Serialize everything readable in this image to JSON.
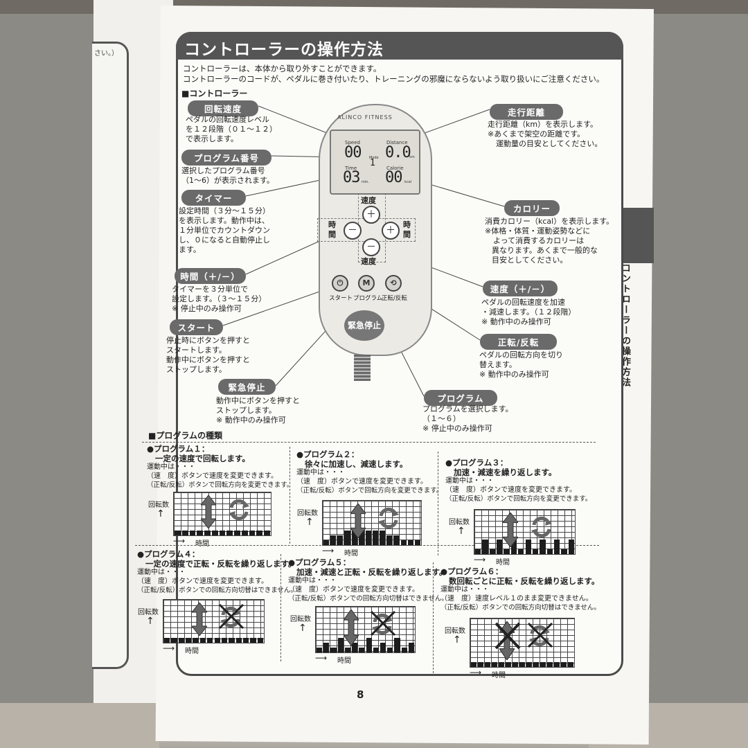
{
  "prev_page_text": "さい。）",
  "title": "コントローラーの操作方法",
  "intro": [
    "コントローラーは、本体から取り外すことができます。",
    "コントローラーのコードが、ペダルに巻き付いたり、トレーニングの邪魔にならないよう取り扱いにご注意ください。"
  ],
  "section_controller": "■コントローラー",
  "side_tab": "コントローラーの操作方法",
  "remote": {
    "brand": "ALINCO FITNESS",
    "lcd": {
      "speed_label": "Speed",
      "speed_value": "00",
      "distance_label": "Distance",
      "distance_value": "0.0",
      "distance_unit": "km",
      "mode_label": "Mode",
      "mode_value": "1",
      "time_label": "Time",
      "time_value": "03",
      "time_unit": "min.",
      "calorie_label": "Calorie",
      "calorie_value": "00",
      "calorie_unit": "kcal"
    },
    "speed_key": "速度",
    "time_key": "時間",
    "start_label": "スタート",
    "program_label": "プログラム",
    "reverse_label": "正転/反転",
    "program_glyph": "M",
    "emergency": "緊急停止"
  },
  "labels": {
    "rpm": {
      "title": "回転速度",
      "desc": [
        "ペダルの回転速度レベル",
        "を１２段階（０１～１２）",
        "で表示します。"
      ]
    },
    "program_no": {
      "title": "プログラム番号",
      "desc": [
        "選択したプログラム番号",
        "（1～6）が表示されます。"
      ]
    },
    "timer": {
      "title": "タイマー",
      "desc": [
        "設定時間（３分～１５分）",
        "を表示します。動作中は、",
        "１分単位でカウントダウン",
        "し、０になると自動停止し",
        "ます。"
      ]
    },
    "time_pm": {
      "title": "時間（＋/－）",
      "desc": [
        "タイマーを３分単位で",
        "設定します。（３～１５分）",
        "※ 停止中のみ操作可"
      ]
    },
    "start": {
      "title": "スタート",
      "desc": [
        "停止時にボタンを押すと",
        "スタートします。",
        "動作中にボタンを押すと",
        "ストップします。"
      ]
    },
    "emergency": {
      "title": "緊急停止",
      "desc": [
        "動作中にボタンを押すと",
        "ストップします。",
        "※ 動作中のみ操作可"
      ]
    },
    "distance": {
      "title": "走行距離",
      "desc": [
        "走行距離（km）を表示します。",
        "※あくまで架空の距離です。",
        "運動量の目安としてください。"
      ]
    },
    "calorie": {
      "title": "カロリー",
      "desc": [
        "消費カロリー（kcal）を表示します。",
        "※体格・体質・運動姿勢などに",
        "よって消費するカロリーは",
        "異なります。あくまで一般的な",
        "目安としてください。"
      ]
    },
    "speed_pm": {
      "title": "速度（＋/－）",
      "desc": [
        "ペダルの回転速度を加速",
        "・減速します。（１２段階）",
        "※ 動作中のみ操作可"
      ]
    },
    "reverse": {
      "title": "正転/反転",
      "desc": [
        "ペダルの回転方向を切り",
        "替えます。",
        "※ 動作中のみ操作可"
      ]
    },
    "program": {
      "title": "プログラム",
      "desc": [
        "プログラムを選択します。",
        "（１～６）",
        "※ 停止中のみ操作可"
      ]
    }
  },
  "section_programs": "■プログラムの種類",
  "axis_y": "回転数",
  "axis_x": "時間",
  "programs": [
    {
      "name": "●プログラム１：",
      "summary": "一定の速度で回転します。",
      "during": "運動中は・・・",
      "line1": "（速　度）ボタンで速度を変更できます。",
      "line2": "（正転/反転）ボタンで回転方向を変更できます。",
      "bars": [
        1,
        1,
        1,
        1,
        1,
        1,
        1,
        1,
        1,
        1,
        1,
        1,
        1
      ],
      "speed_ok": true,
      "reverse_ok": true
    },
    {
      "name": "●プログラム２：",
      "summary": "徐々に加速し、減速します。",
      "during": "運動中は・・・",
      "line1": "（速　度）ボタンで速度を変更できます。",
      "line2": "（正転/反転）ボタンで回転方向を変更できます。",
      "bars": [
        1,
        2,
        2,
        3,
        3,
        3,
        3,
        3,
        3,
        2,
        2,
        1,
        1,
        1
      ],
      "speed_ok": true,
      "reverse_ok": true
    },
    {
      "name": "●プログラム３：",
      "summary": "加速・減速を繰り返します。",
      "during": "運動中は・・・",
      "line1": "（速　度）ボタンで速度を変更できます。",
      "line2": "（正転/反転）ボタンで回転方向を変更できます。",
      "bars": [
        1,
        3,
        1,
        3,
        1,
        3,
        1,
        3,
        1,
        3,
        1,
        3,
        1,
        3
      ],
      "speed_ok": true,
      "reverse_ok": true
    },
    {
      "name": "●プログラム４：",
      "summary": "一定の速度で正転・反転を繰り返します。",
      "during": "運動中は・・・",
      "line1": "（速　度）ボタンで速度を変更できます。",
      "line2": "（正転/反転）ボタンでの回転方向切替はできません。",
      "bars": [
        1,
        1,
        1,
        1,
        1,
        1,
        1,
        1,
        1,
        1,
        1,
        1,
        1,
        1
      ],
      "speed_ok": true,
      "reverse_ok": false
    },
    {
      "name": "●プログラム５：",
      "summary": "加速・減速と正転・反転を繰り返します。",
      "during": "運動中は・・・",
      "line1": "（速　度）ボタンで速度を変更できます。",
      "line2": "（正転/反転）ボタンでの回転方向切替はできません。",
      "bars": [
        1,
        2,
        1,
        3,
        1,
        2,
        1,
        3,
        1,
        2,
        1,
        3,
        1,
        2
      ],
      "speed_ok": true,
      "reverse_ok": false
    },
    {
      "name": "●プログラム６：",
      "summary": "数回転ごとに正転・反転を繰り返します。",
      "during": "運動中は・・・",
      "line1": "（速　度）速度レベル１のまま変更できません。",
      "line2": "（正転/反転）ボタンでの回転方向切替はできません。",
      "bars": [
        1,
        1,
        1,
        1,
        1,
        1,
        1,
        1,
        1,
        1,
        1,
        1,
        1,
        1,
        1
      ],
      "speed_ok": false,
      "reverse_ok": false
    }
  ],
  "page_number": "8"
}
